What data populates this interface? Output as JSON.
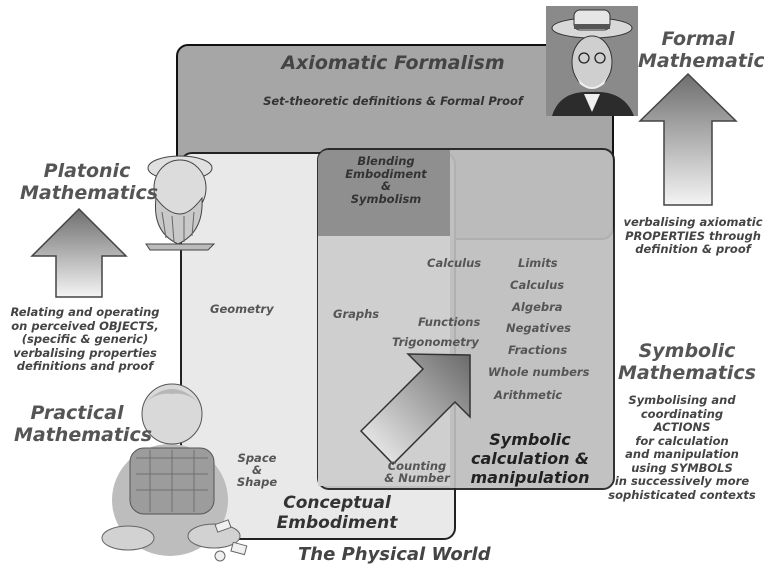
{
  "formal": {
    "box_title": "Axiomatic Formalism",
    "box_sub": "Set-theoretic definitions & Formal Proof",
    "label": "Formal\nMathematics",
    "desc": "verbalising axiomatic\nPROPERTIES through\ndefinition & proof"
  },
  "platonic": {
    "label": "Platonic\nMathematics",
    "desc": "Relating and operating\non perceived OBJECTS,\n(specific & generic)\nverbalising properties\ndefinitions and proof"
  },
  "practical": {
    "label": "Practical\nMathematics"
  },
  "symbolic": {
    "label": "Symbolic\nMathematics",
    "desc": "Symbolising and\ncoordinating\nACTIONS\nfor calculation\nand manipulation\nusing SYMBOLS\nin successively more\nsophisticated contexts",
    "box_title": "Symbolic\ncalculation &\nmanipulation"
  },
  "blending": "Blending\nEmbodiment\n&\nSymbolism",
  "embodiment": {
    "box_title": "Conceptual\nEmbodiment",
    "geometry": "Geometry",
    "space_shape": "Space\n&\nShape",
    "graphs": "Graphs",
    "counting": "Counting\n& Number"
  },
  "middle_items": {
    "calculus": "Calculus",
    "functions": "Functions",
    "trigonometry": "Trigonometry"
  },
  "symbol_list": [
    "Limits",
    "Calculus",
    "Algebra",
    "Negatives",
    "Fractions",
    "Whole numbers",
    "Arithmetic"
  ],
  "physical_world": "The Physical World",
  "colors": {
    "arrow_light": "#f2f2f2",
    "arrow_dark": "#777777",
    "formal_box": "#a6a6a6"
  }
}
